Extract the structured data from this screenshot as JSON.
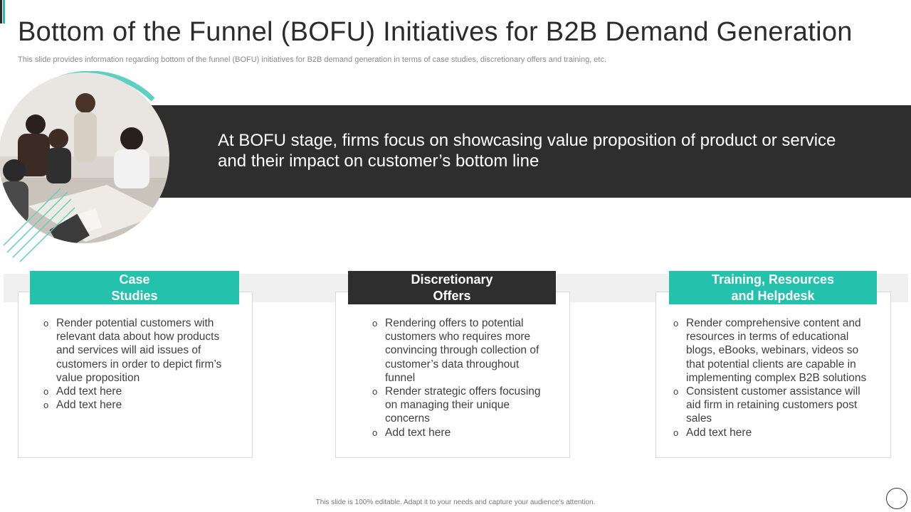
{
  "slide": {
    "title": "Bottom of the Funnel (BOFU) Initiatives for B2B Demand Generation",
    "subtitle": "This slide provides information regarding bottom of the funnel (BOFU) initiatives for B2B demand generation in terms of case studies, discretionary offers and training, etc.",
    "banner_text": "At BOFU stage, firms focus on showcasing value proposition of product or service and their impact on customer’s bottom line",
    "footer": "This slide is 100% editable. Adapt it to your needs and capture your audience's attention."
  },
  "colors": {
    "teal": "#24c1ad",
    "dark": "#2e2e2e",
    "band": "#f0f0f0"
  },
  "cards": [
    {
      "header_line1": "Case",
      "header_line2": "Studies",
      "items": [
        "Render potential customers with relevant data about how products and services will aid issues of customers in order to depict firm’s value proposition",
        "Add text here",
        "Add text here"
      ]
    },
    {
      "header_line1": "Discretionary",
      "header_line2": "Offers",
      "items": [
        "Rendering offers to potential customers who requires more convincing through collection of customer’s data throughout  funnel",
        "Render strategic offers focusing on managing their unique concerns",
        "Add text here"
      ]
    },
    {
      "header_line1": "Training, Resources",
      "header_line2": "and Helpdesk",
      "items": [
        "Render comprehensive content and resources in terms of educational blogs, eBooks, webinars, videos so that potential clients are capable in implementing complex B2B solutions",
        "Consistent customer assistance will aid firm in retaining customers post sales",
        "Add text here"
      ]
    }
  ],
  "icons": {
    "photo": "team-meeting-photo",
    "nav": "nav-circle-icon"
  }
}
